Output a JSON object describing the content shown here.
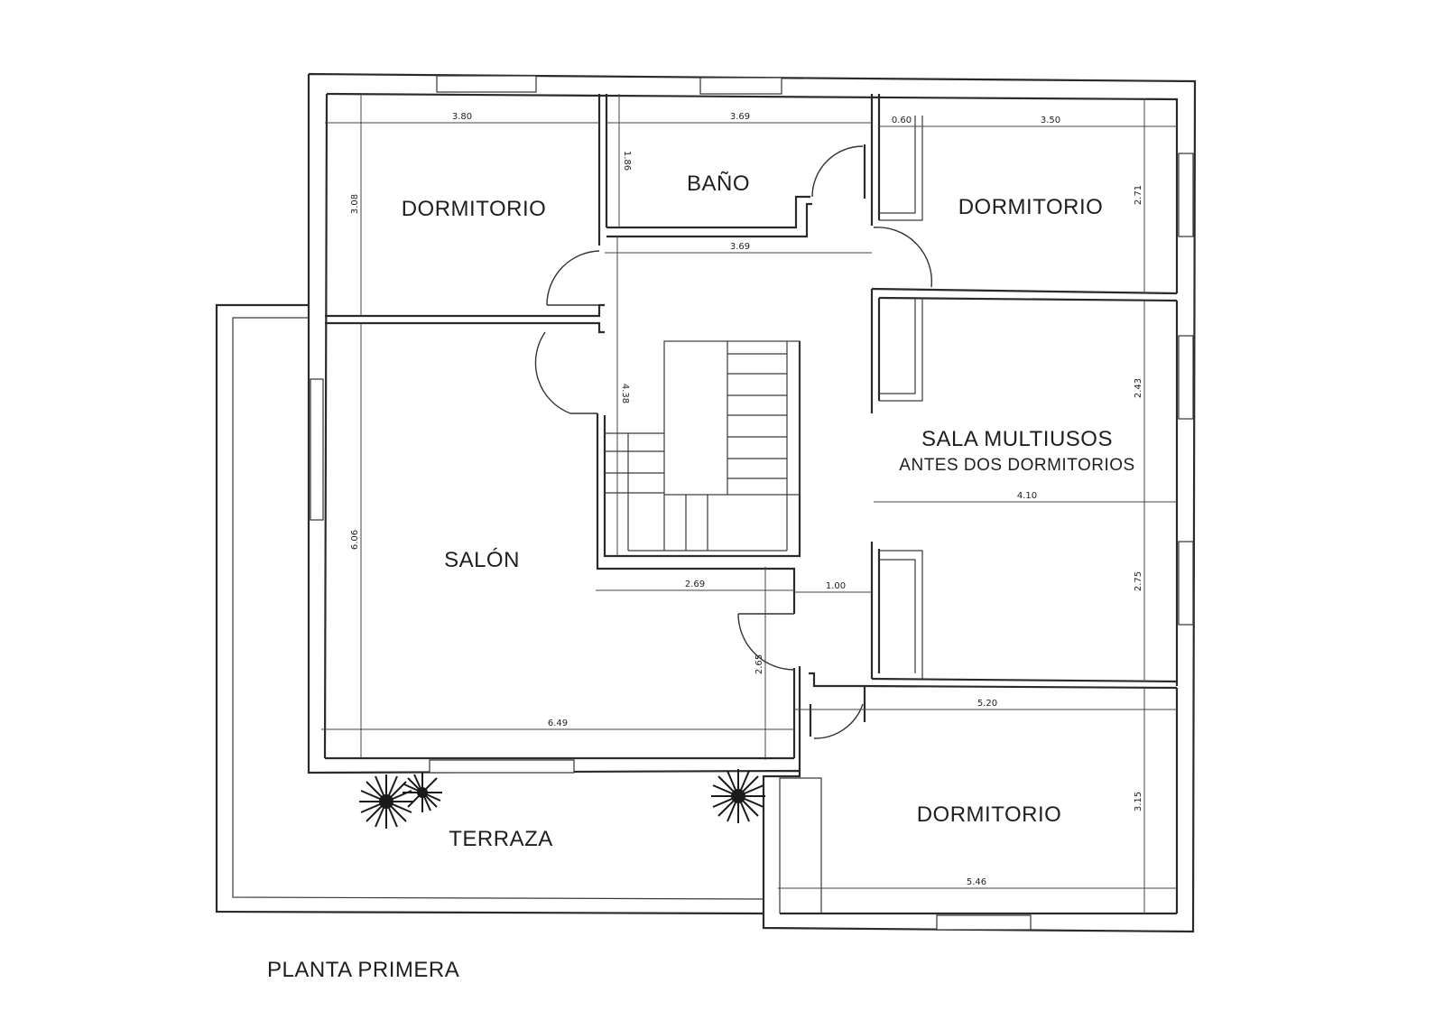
{
  "title": "PLANTA PRIMERA",
  "rooms": {
    "dormitorio_nw": "DORMITORIO",
    "bano": "BAÑO",
    "dormitorio_ne": "DORMITORIO",
    "sala_multiusos": "SALA MULTIUSOS",
    "sala_multiusos_sub": "ANTES DOS DORMITORIOS",
    "salon": "SALÓN",
    "terraza": "TERRAZA",
    "dormitorio_se": "DORMITORIO"
  },
  "dimensions": {
    "dormitorio_nw_width": "3.80",
    "dormitorio_nw_depth": "3.08",
    "bano_width": "3.69",
    "bano_depth": "1.86",
    "hall_width": "3.69",
    "closet_width": "0.60",
    "dormitorio_ne_width": "3.50",
    "dormitorio_ne_depth": "2.71",
    "stair_depth": "4.38",
    "sala_upper_depth": "2.43",
    "sala_width": "4.10",
    "sala_lower_depth": "2.75",
    "salon_depth": "6.06",
    "corridor_width": "2.69",
    "passage_width": "1.00",
    "passage_depth": "2.65",
    "dormitorio_se_top_width": "5.20",
    "salon_width": "6.49",
    "dormitorio_se_depth": "3.15",
    "dormitorio_se_width": "5.46"
  }
}
